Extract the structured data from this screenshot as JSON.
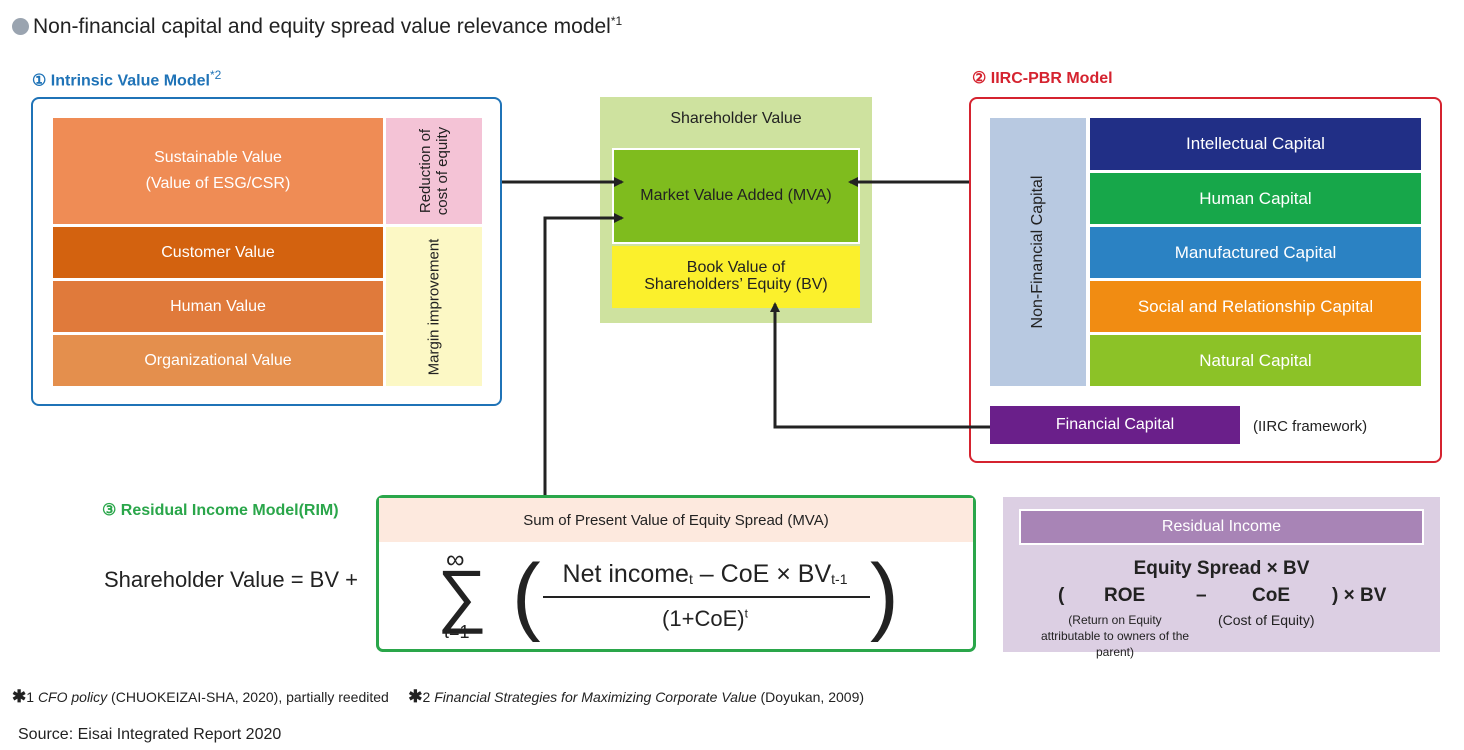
{
  "title": {
    "text": "Non-financial capital and equity spread value relevance model",
    "sup": "*1"
  },
  "model1": {
    "label": "① Intrinsic Value Model",
    "sup": "*2",
    "sustainable_line1": "Sustainable Value",
    "sustainable_line2": "(Value of ESG/CSR)",
    "customer": "Customer Value",
    "human": "Human Value",
    "organizational": "Organizational Value",
    "reduction_line1": "Reduction of",
    "reduction_line2": "cost of equity",
    "margin": "Margin improvement"
  },
  "shareholder": {
    "label": "Shareholder Value",
    "mva": "Market Value Added (MVA)",
    "bv_line1": "Book Value of",
    "bv_line2": "Shareholders’ Equity (BV)"
  },
  "model2": {
    "label": "② IIRC-PBR Model",
    "nonfinancial": "Non-Financial Capital",
    "capitals": [
      "Intellectual Capital",
      "Human Capital",
      "Manufactured Capital",
      "Social and Relationship Capital",
      "Natural Capital"
    ],
    "financial": "Financial Capital",
    "framework": "(IIRC framework)"
  },
  "model3": {
    "label": "③ Residual Income Model(RIM)",
    "header": "Sum of Present Value of Equity Spread (MVA)",
    "lhs": "Shareholder Value = BV +",
    "sigma": "∑",
    "infinity": "∞",
    "index": "t=1",
    "numerator_a": "Net income",
    "numerator_sub_t": "t",
    "numerator_b": " – CoE × BV",
    "numerator_sub_t1": "t-1",
    "denominator": "(1+CoE)",
    "denominator_sup": "t",
    "left_paren": "(",
    "right_paren": ")"
  },
  "residual": {
    "bar": "Residual Income",
    "equity_spread": "Equity Spread × BV",
    "open": "(",
    "roe": "ROE",
    "minus": "–",
    "coe": "CoE",
    "close": ") × BV",
    "roe_sub": "(Return on Equity attributable to owners of the parent)",
    "coe_sub": "(Cost of Equity)"
  },
  "notes": {
    "star": "✱",
    "n1_num": "1 ",
    "n1_title": "CFO policy",
    "n1_rest": " (CHUOKEIZAI-SHA, 2020), partially reedited",
    "n2_num": "2 ",
    "n2_title": "Financial Strategies for Maximizing Corporate Value",
    "n2_rest": " (Doyukan, 2009)"
  },
  "source": "Source: Eisai Integrated Report 2020"
}
